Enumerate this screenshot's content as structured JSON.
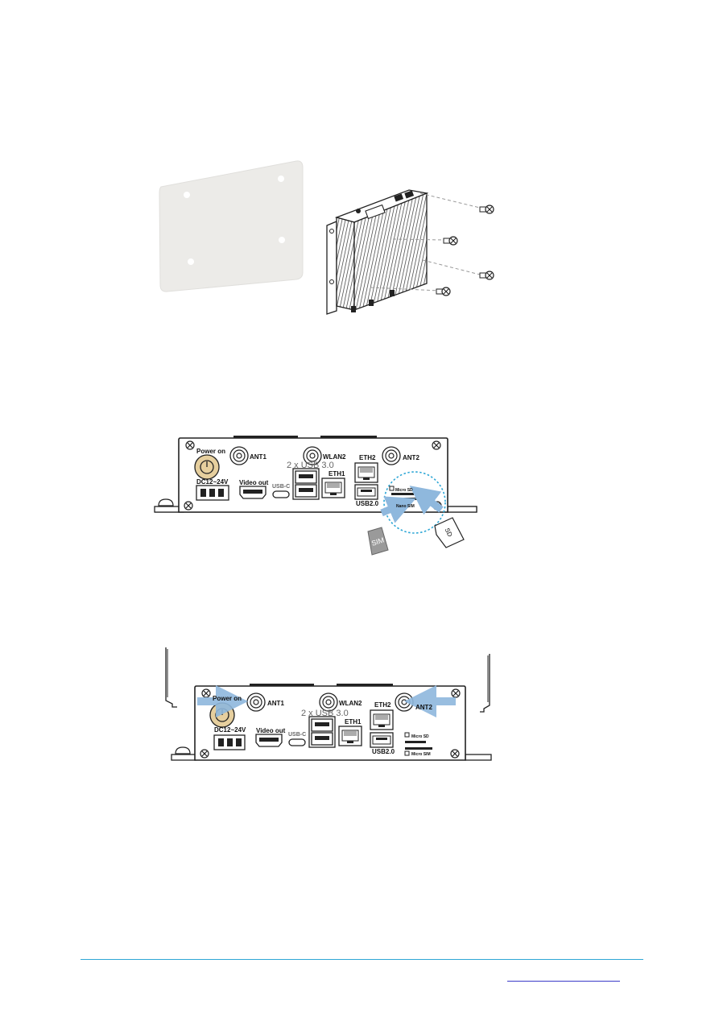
{
  "colors": {
    "accent": "#2ea7d6",
    "arrow": "#8fb8dd",
    "power_button": "#e6cf9e"
  },
  "figure3": {
    "labels": {
      "power_on": "Power on",
      "ant1": "ANT1",
      "wlan2": "WLAN2",
      "eth2": "ETH2",
      "ant2": "ANT2",
      "usb30": "2 x USB 3.0",
      "eth1": "ETH1",
      "dc": "DC12~24V",
      "video": "Video out",
      "usbc": "USB-C",
      "usb20": "USB2.0",
      "micro_sd": "Micro SD",
      "nano_sim": "Nano SIM",
      "sim_card": "SIM",
      "sd_card": "SD"
    }
  },
  "figure4": {
    "labels": {
      "power_on": "Power on",
      "ant1": "ANT1",
      "wlan2": "WLAN2",
      "eth2": "ETH2",
      "ant2": "ANT2",
      "usb30": "2 x USB 3.0",
      "eth1": "ETH1",
      "dc": "DC12~24V",
      "video": "Video out",
      "usbc": "USB-C",
      "usb20": "USB2.0",
      "micro_sd": "Micro SD",
      "micro_sim": "Micro SIM"
    }
  }
}
